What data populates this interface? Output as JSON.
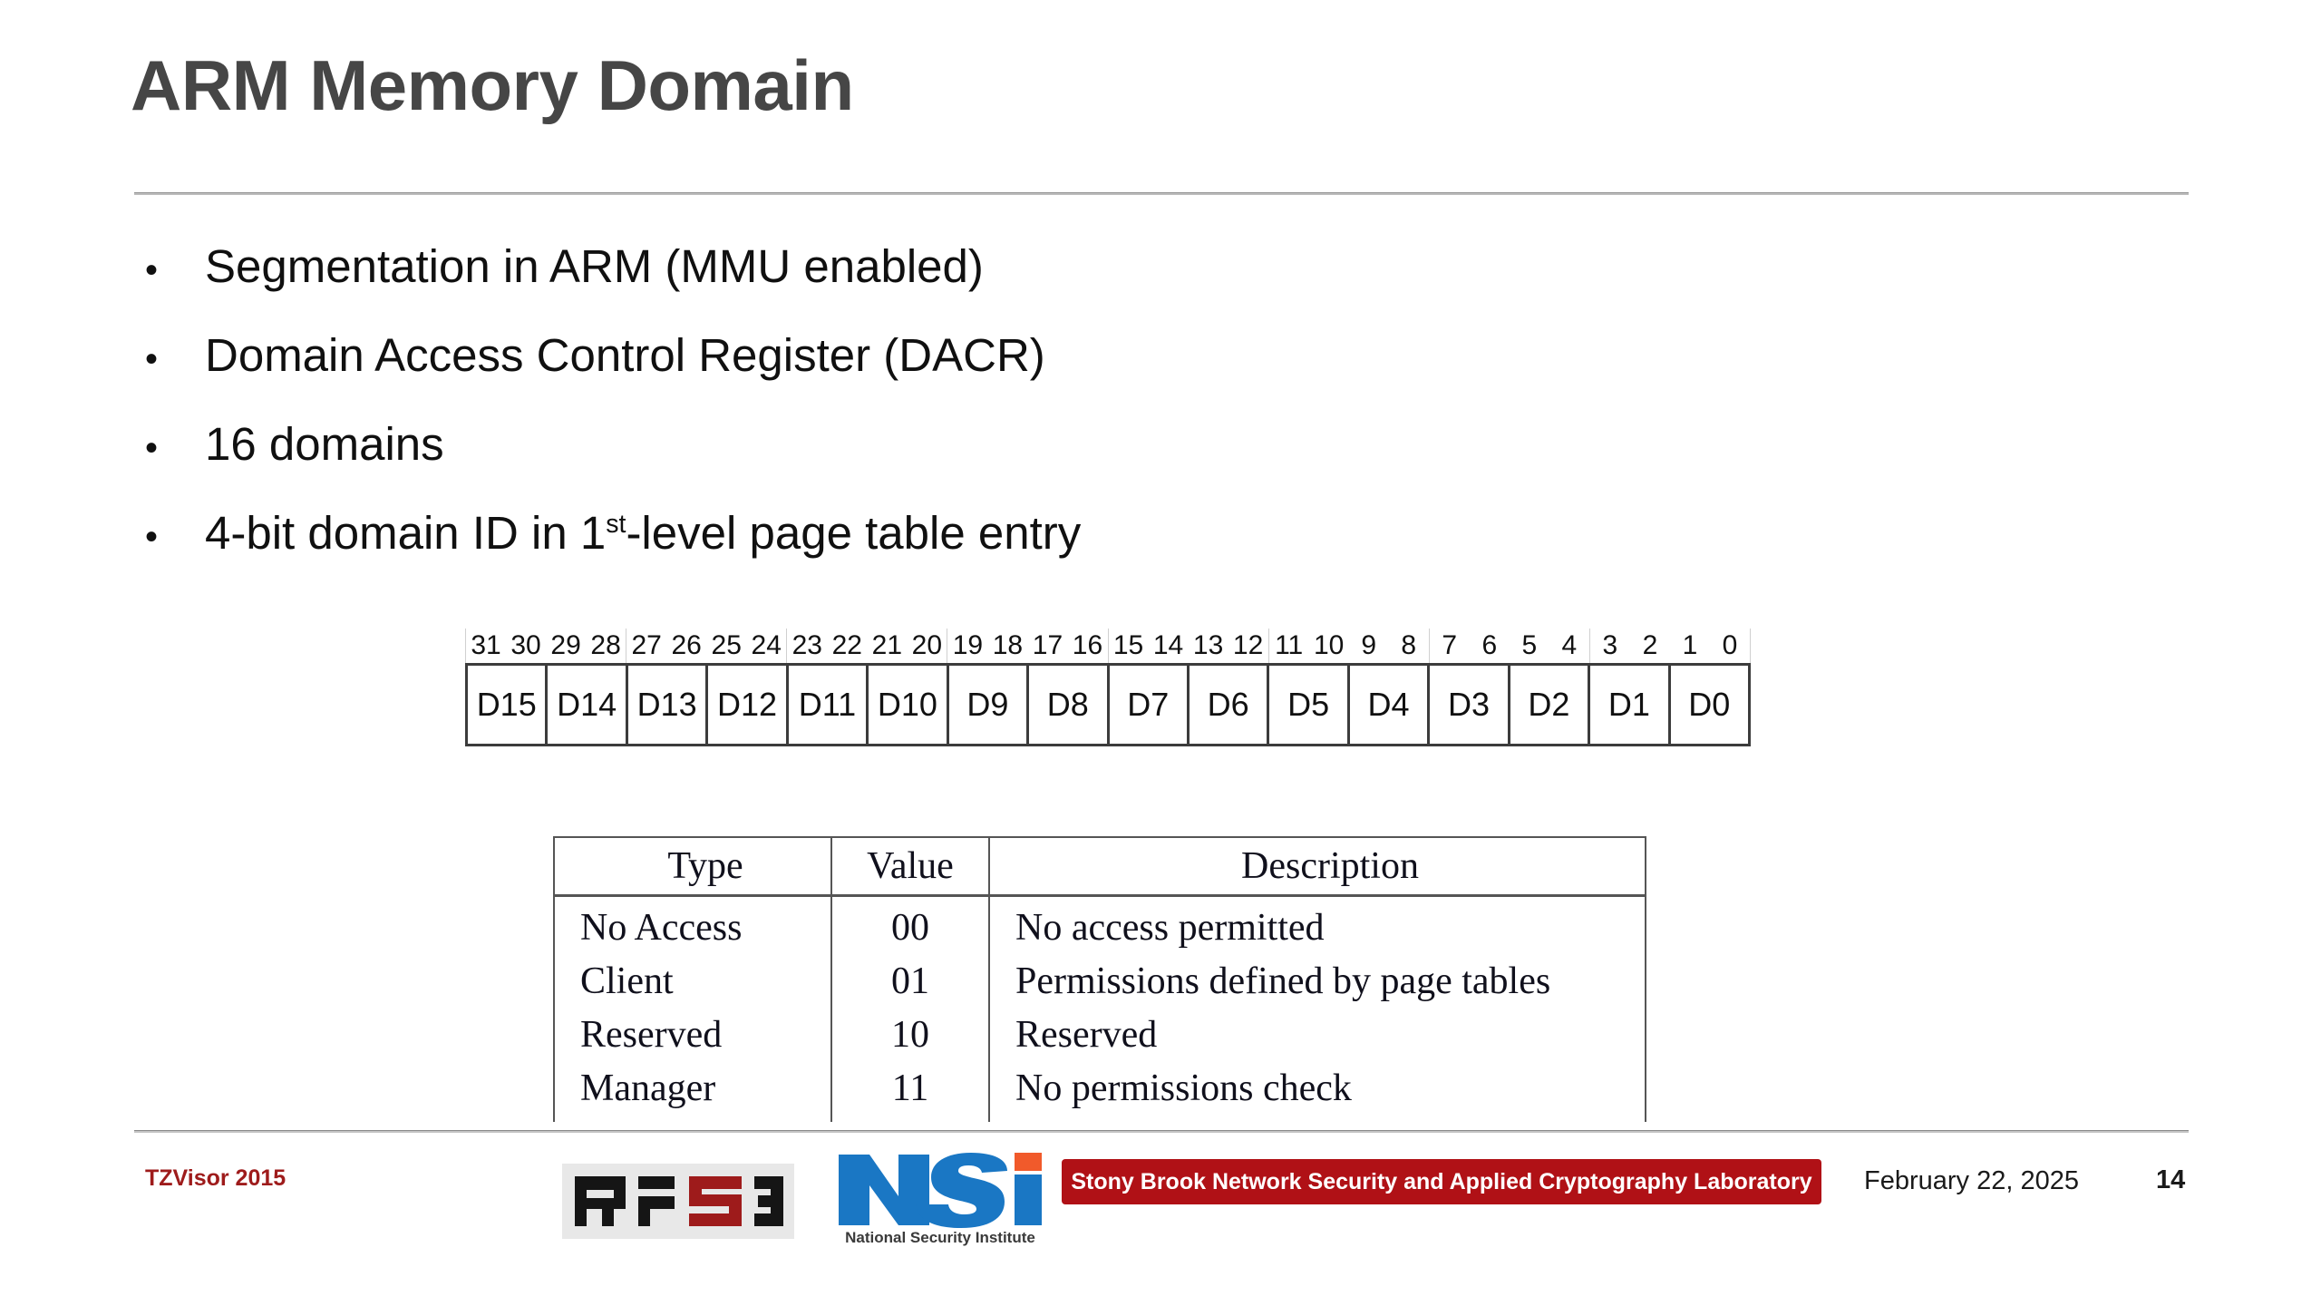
{
  "slide": {
    "title": "ARM Memory Domain",
    "bullets": [
      {
        "marker": "•",
        "text": "Segmentation in ARM (MMU enabled)"
      },
      {
        "marker": "•",
        "text": "Domain Access Control Register (DACR)"
      },
      {
        "marker": "•",
        "text": "16 domains"
      },
      {
        "marker": "•",
        "text_pre": "4-bit domain ID in 1",
        "text_sup": "st",
        "text_post": "-level page table entry"
      }
    ]
  },
  "bitfield": {
    "bit_numbers": [
      "31",
      "30",
      "29",
      "28",
      "27",
      "26",
      "25",
      "24",
      "23",
      "22",
      "21",
      "20",
      "19",
      "18",
      "17",
      "16",
      "15",
      "14",
      "13",
      "12",
      "11",
      "10",
      "9",
      "8",
      "7",
      "6",
      "5",
      "4",
      "3",
      "2",
      "1",
      "0"
    ],
    "cells": [
      "D15",
      "D14",
      "D13",
      "D12",
      "D11",
      "D10",
      "D9",
      "D8",
      "D7",
      "D6",
      "D5",
      "D4",
      "D3",
      "D2",
      "D1",
      "D0"
    ]
  },
  "perm_table": {
    "headers": [
      "Type",
      "Value",
      "Description"
    ],
    "rows": [
      {
        "type": "No Access",
        "value": "00",
        "description": "No access permitted"
      },
      {
        "type": "Client",
        "value": "01",
        "description": "Permissions defined by page tables"
      },
      {
        "type": "Reserved",
        "value": "10",
        "description": "Reserved"
      },
      {
        "type": "Manager",
        "value": "11",
        "description": "No permissions check"
      }
    ]
  },
  "footer": {
    "conference": "TZVisor 2015",
    "rise_logo_text": "RiSE",
    "nsi_logo_text": "NSi",
    "nsi_subtitle": "National Security Institute",
    "lab_banner": "Stony Brook Network Security and Applied Cryptography Laboratory",
    "date": "February 22, 2025",
    "page_number": "14"
  },
  "colors": {
    "title_gray": "#464646",
    "accent_red": "#b01116",
    "conf_red": "#9e1b1b",
    "nsi_blue": "#1a77c4",
    "nsi_orange": "#f15a2b",
    "rise_red": "#9e1b1b",
    "rule_gray": "#909090"
  }
}
